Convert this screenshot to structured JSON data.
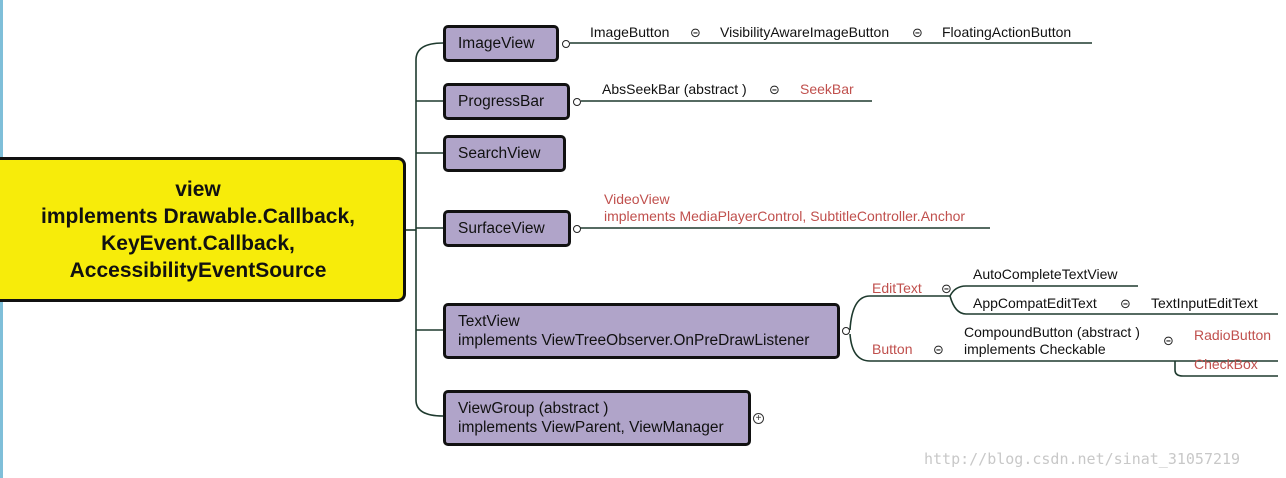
{
  "root": {
    "lines": [
      "view",
      "implements Drawable.Callback,",
      "KeyEvent.Callback,",
      "AccessibilityEventSource"
    ]
  },
  "nodes": {
    "imageview": "ImageView",
    "progressbar": "ProgressBar",
    "searchview": "SearchView",
    "surfaceview": "SurfaceView",
    "textview": [
      "TextView",
      "implements ViewTreeObserver.OnPreDrawListener"
    ],
    "viewgroup": [
      "ViewGroup (abstract )",
      "implements ViewParent, ViewManager"
    ]
  },
  "branches": {
    "imageview_chain": [
      "ImageButton",
      "VisibilityAwareImageButton",
      "FloatingActionButton"
    ],
    "progressbar_chain": [
      "AbsSeekBar (abstract )",
      "SeekBar"
    ],
    "surfaceview_child": [
      "VideoView",
      "implements MediaPlayerControl, SubtitleController.Anchor"
    ],
    "textview_children": {
      "edittext": "EditText",
      "autocomplete": "AutoCompleteTextView",
      "appcompat": "AppCompatEditText",
      "textinput": "TextInputEditText",
      "button": "Button",
      "compound": [
        "CompoundButton (abstract )",
        "implements Checkable"
      ],
      "radiobutton": "RadioButton",
      "checkbox": "CheckBox"
    }
  },
  "symbols": {
    "collapse": "⊝",
    "expand": "+"
  },
  "watermark": "http://blog.csdn.net/sinat_31057219",
  "colors": {
    "root_fill": "#f7ec0a",
    "node_fill": "#b0a4c9",
    "link_text": "#c0504d",
    "connector": "#1e3a2e"
  }
}
